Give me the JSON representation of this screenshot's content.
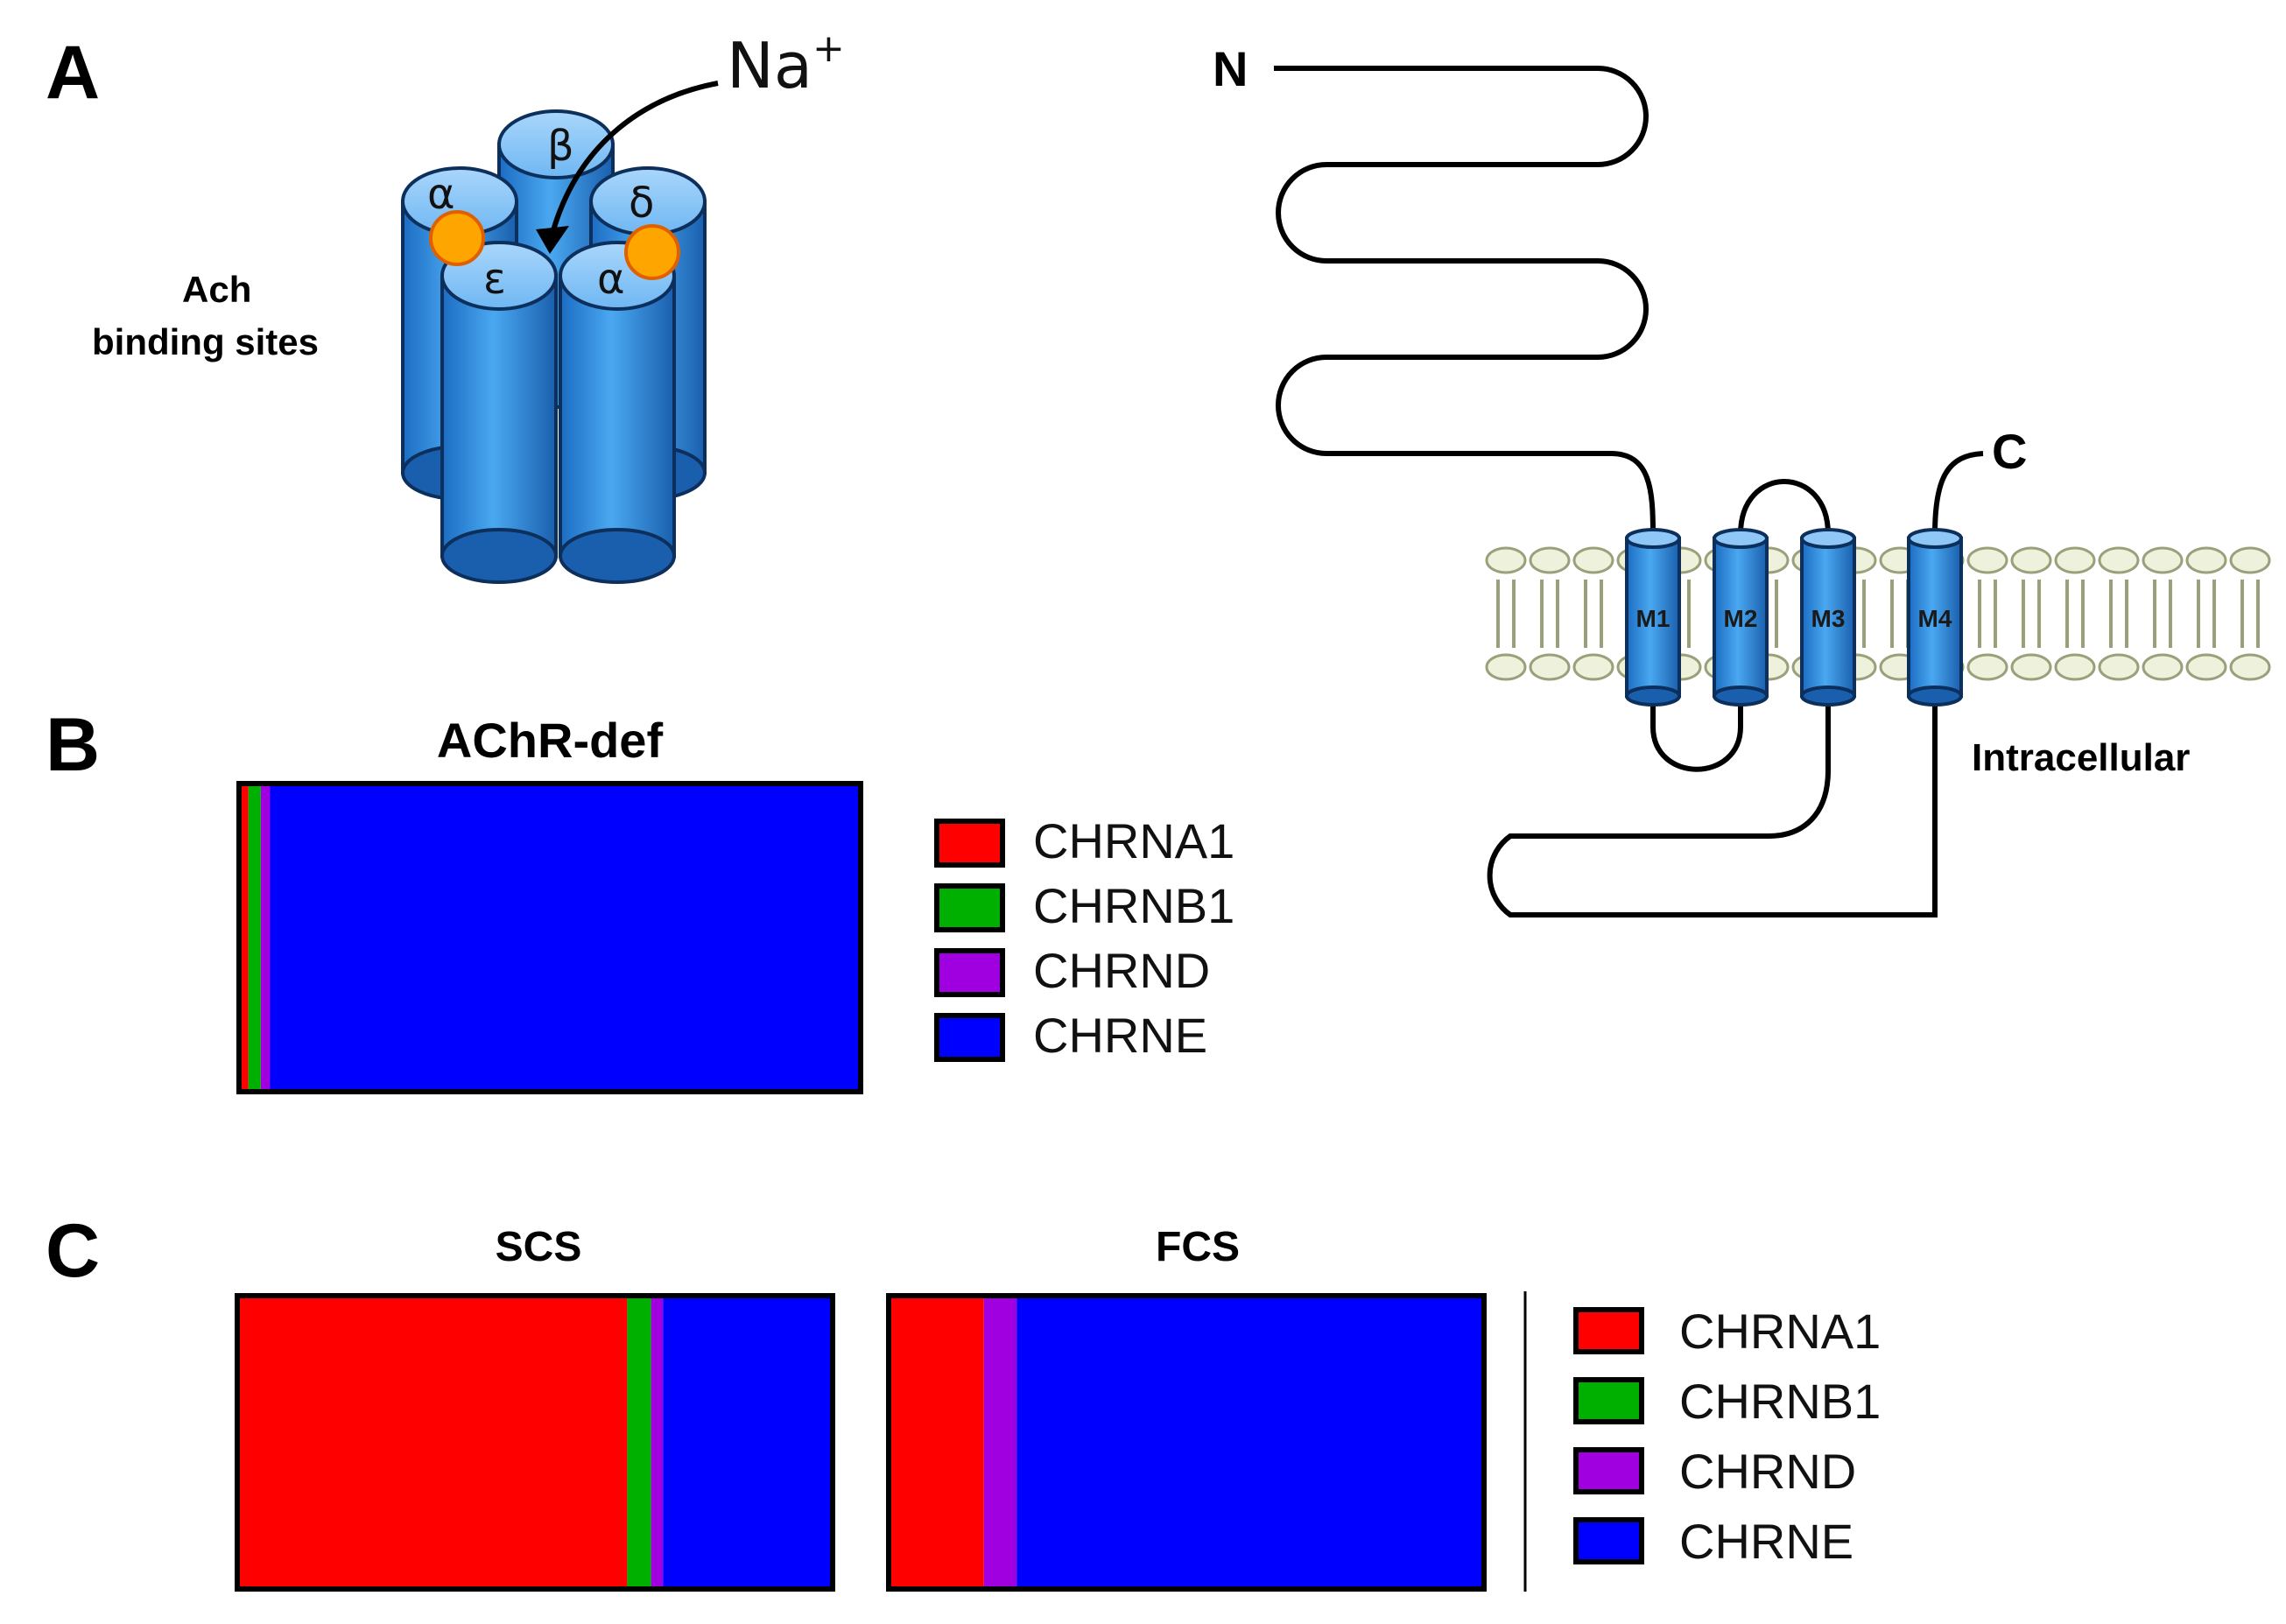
{
  "panels": {
    "a": {
      "label": "A",
      "ion": "Na",
      "ion_charge": "+",
      "subunits": {
        "beta": "β",
        "alpha_left": "α",
        "delta": "δ",
        "epsilon": "ε",
        "alpha_right": "α"
      },
      "binding_sites_line1": "Ach",
      "binding_sites_line2": "binding sites",
      "n_terminus": "N",
      "c_terminus": "C",
      "helices": [
        "M1",
        "M2",
        "M3",
        "M4"
      ],
      "intracellular": "Intracellular"
    },
    "b": {
      "label": "B"
    },
    "c": {
      "label": "C"
    }
  },
  "legend": [
    "CHRNA1",
    "CHRNB1",
    "CHRND",
    "CHRNE"
  ],
  "colors": {
    "CHRNA1": "#ff0000",
    "CHRNB1": "#00b000",
    "CHRND": "#a000e0",
    "CHRNE": "#0000ff",
    "cylinder": "#2f8fe0",
    "binding_site": "#ffa500",
    "lipid": "#eef2dc"
  },
  "chart_data": [
    {
      "type": "bar",
      "orientation": "horizontal",
      "stacked": true,
      "title": "AChR-def",
      "series": [
        {
          "name": "CHRNA1",
          "values": [
            1.5
          ]
        },
        {
          "name": "CHRNB1",
          "values": [
            2.0
          ]
        },
        {
          "name": "CHRND",
          "values": [
            1.5
          ]
        },
        {
          "name": "CHRNE",
          "values": [
            95.0
          ]
        }
      ],
      "xlim": [
        0,
        100
      ],
      "unit": "proportion (%)"
    },
    {
      "type": "bar",
      "orientation": "horizontal",
      "stacked": true,
      "title": "SCS",
      "series": [
        {
          "name": "CHRNA1",
          "values": [
            65.5
          ]
        },
        {
          "name": "CHRNB1",
          "values": [
            4.0
          ]
        },
        {
          "name": "CHRND",
          "values": [
            2.0
          ]
        },
        {
          "name": "CHRNE",
          "values": [
            28.5
          ]
        }
      ],
      "xlim": [
        0,
        100
      ],
      "unit": "proportion (%)"
    },
    {
      "type": "bar",
      "orientation": "horizontal",
      "stacked": true,
      "title": "FCS",
      "series": [
        {
          "name": "CHRNA1",
          "values": [
            16.0
          ]
        },
        {
          "name": "CHRNB1",
          "values": [
            0.0
          ]
        },
        {
          "name": "CHRND",
          "values": [
            5.5
          ]
        },
        {
          "name": "CHRNE",
          "values": [
            78.5
          ]
        }
      ],
      "xlim": [
        0,
        100
      ],
      "unit": "proportion (%)"
    }
  ]
}
